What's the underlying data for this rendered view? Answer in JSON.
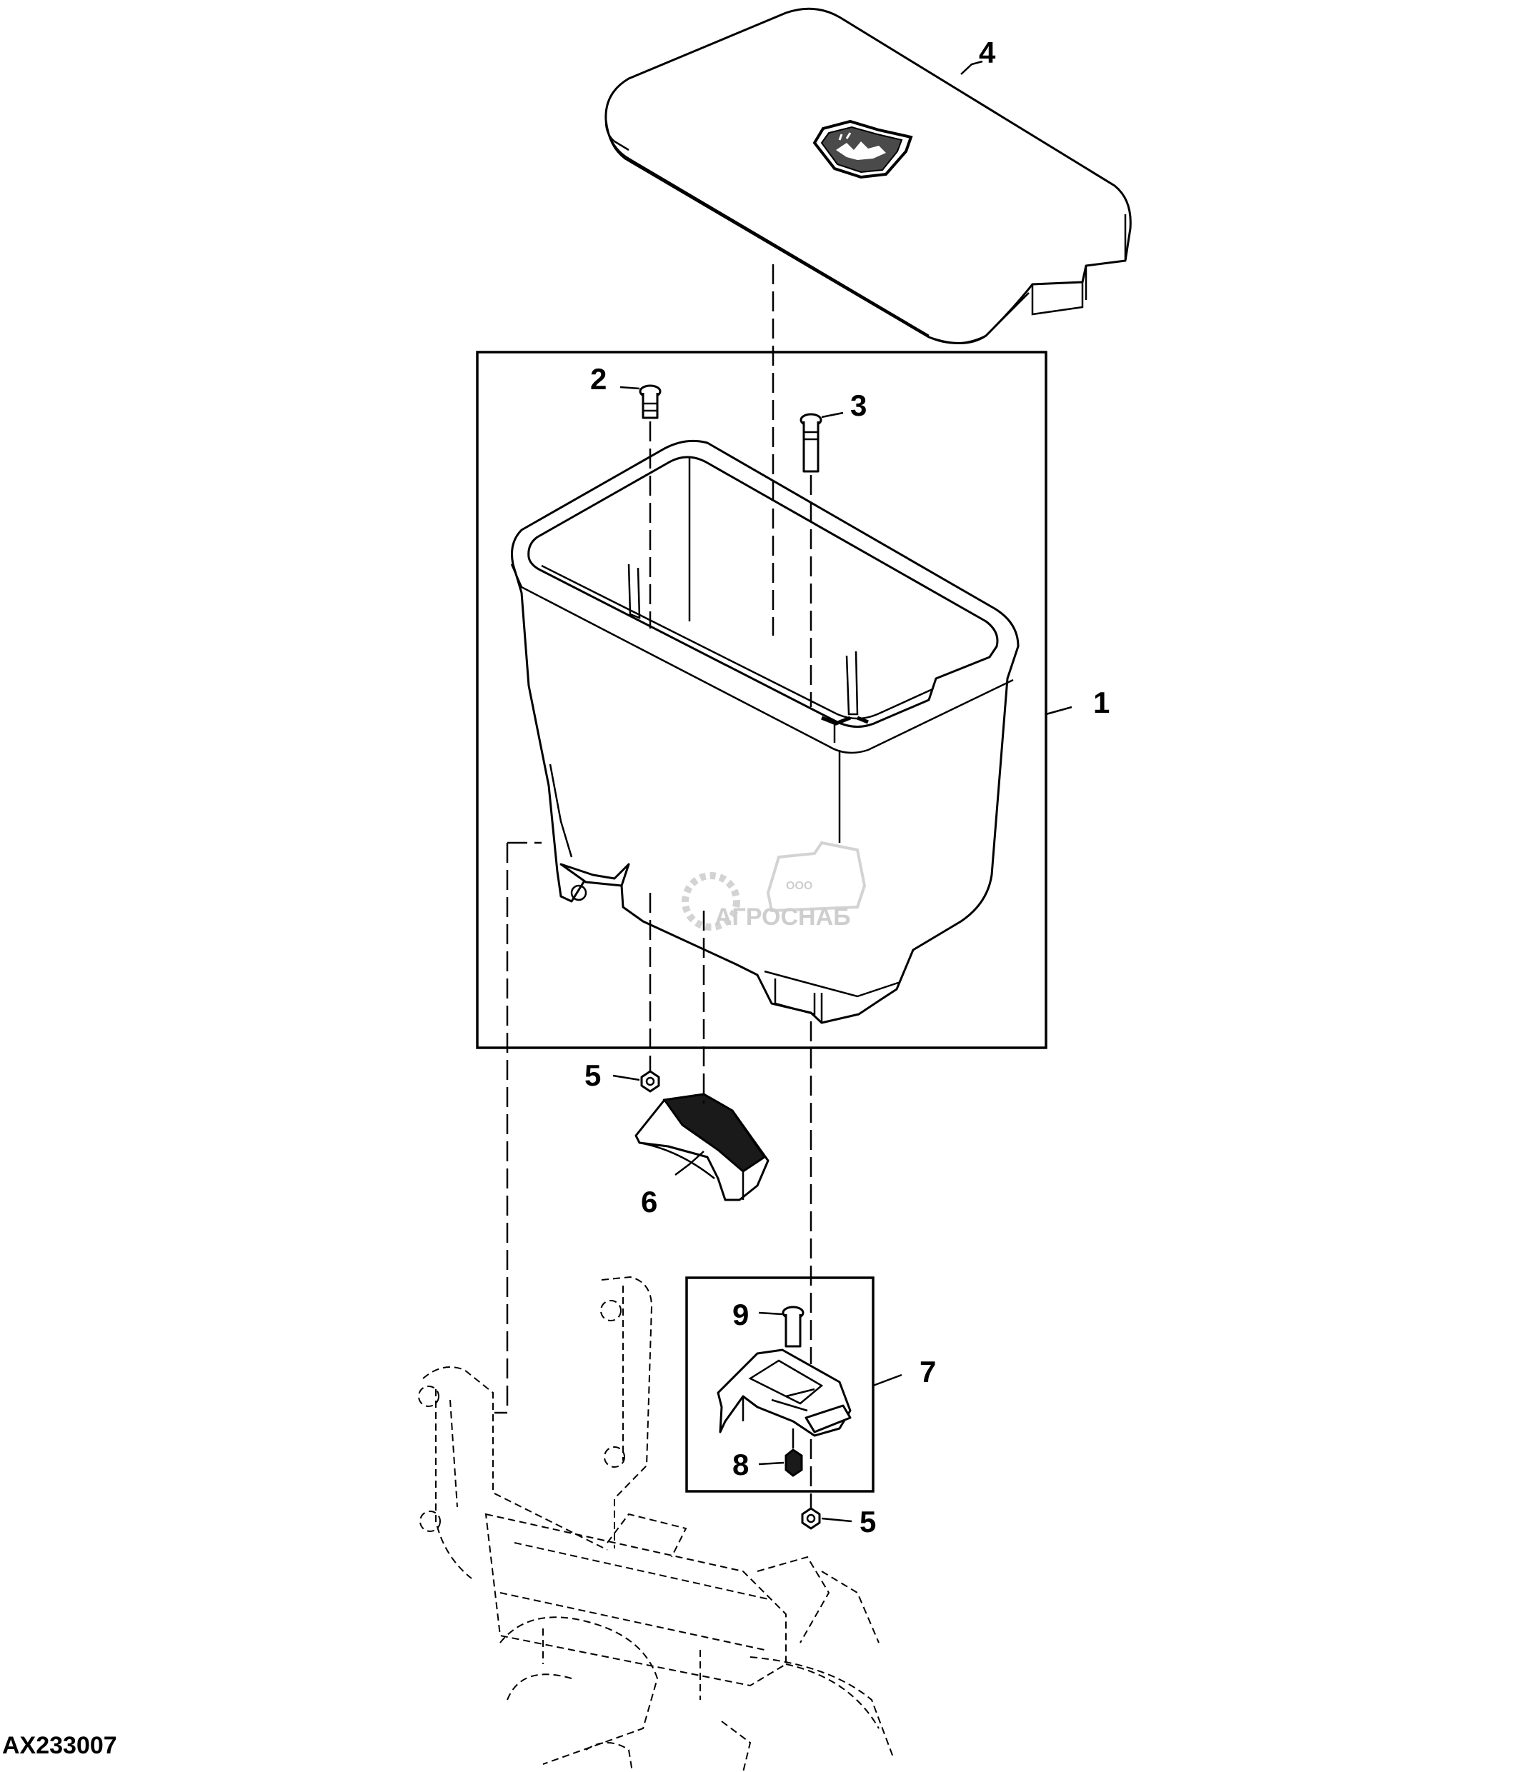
{
  "figure_id": "AX233007",
  "watermark": {
    "top": "ООО",
    "name": "АГРОСНАБ"
  },
  "callouts": [
    {
      "id": "1",
      "label": "1"
    },
    {
      "id": "2",
      "label": "2"
    },
    {
      "id": "3",
      "label": "3"
    },
    {
      "id": "4",
      "label": "4"
    },
    {
      "id": "5a",
      "label": "5"
    },
    {
      "id": "5b",
      "label": "5"
    },
    {
      "id": "6",
      "label": "6"
    },
    {
      "id": "7",
      "label": "7"
    },
    {
      "id": "8",
      "label": "8"
    },
    {
      "id": "9",
      "label": "9"
    }
  ],
  "colors": {
    "line": "#000000",
    "background": "#ffffff",
    "watermark": "#c9c9c9",
    "tread": "#1a1a1a"
  }
}
